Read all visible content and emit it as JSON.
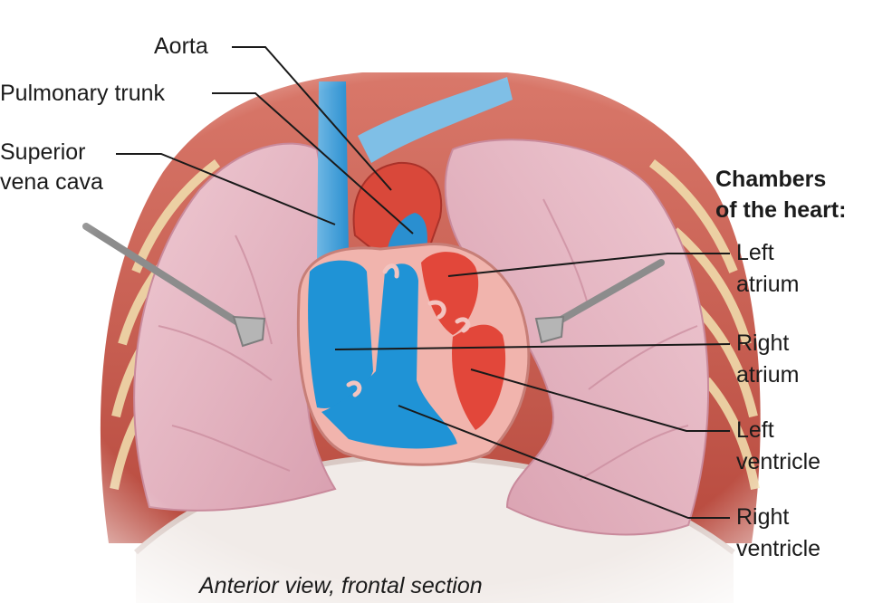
{
  "labels": {
    "aorta": "Aorta",
    "pulmonary_trunk": "Pulmonary trunk",
    "superior_vena_cava_line1": "Superior",
    "superior_vena_cava_line2": "vena cava",
    "chambers_heading_line1": "Chambers",
    "chambers_heading_line2": "of the heart:",
    "left_atrium_line1": "Left",
    "left_atrium_line2": "atrium",
    "right_atrium_line1": "Right",
    "right_atrium_line2": "atrium",
    "left_ventricle_line1": "Left",
    "left_ventricle_line2": "ventricle",
    "right_ventricle_line1": "Right",
    "right_ventricle_line2": "ventricle"
  },
  "caption": "Anterior view, frontal section",
  "colors": {
    "oxygenated_blood": "#e2473a",
    "deoxygenated_blood": "#1f93d6",
    "lung_tissue": "#e7b9c6",
    "heart_wall": "#efb0ac",
    "rib_muscle": "#c8584a",
    "leader_line": "#1a1a1a"
  }
}
